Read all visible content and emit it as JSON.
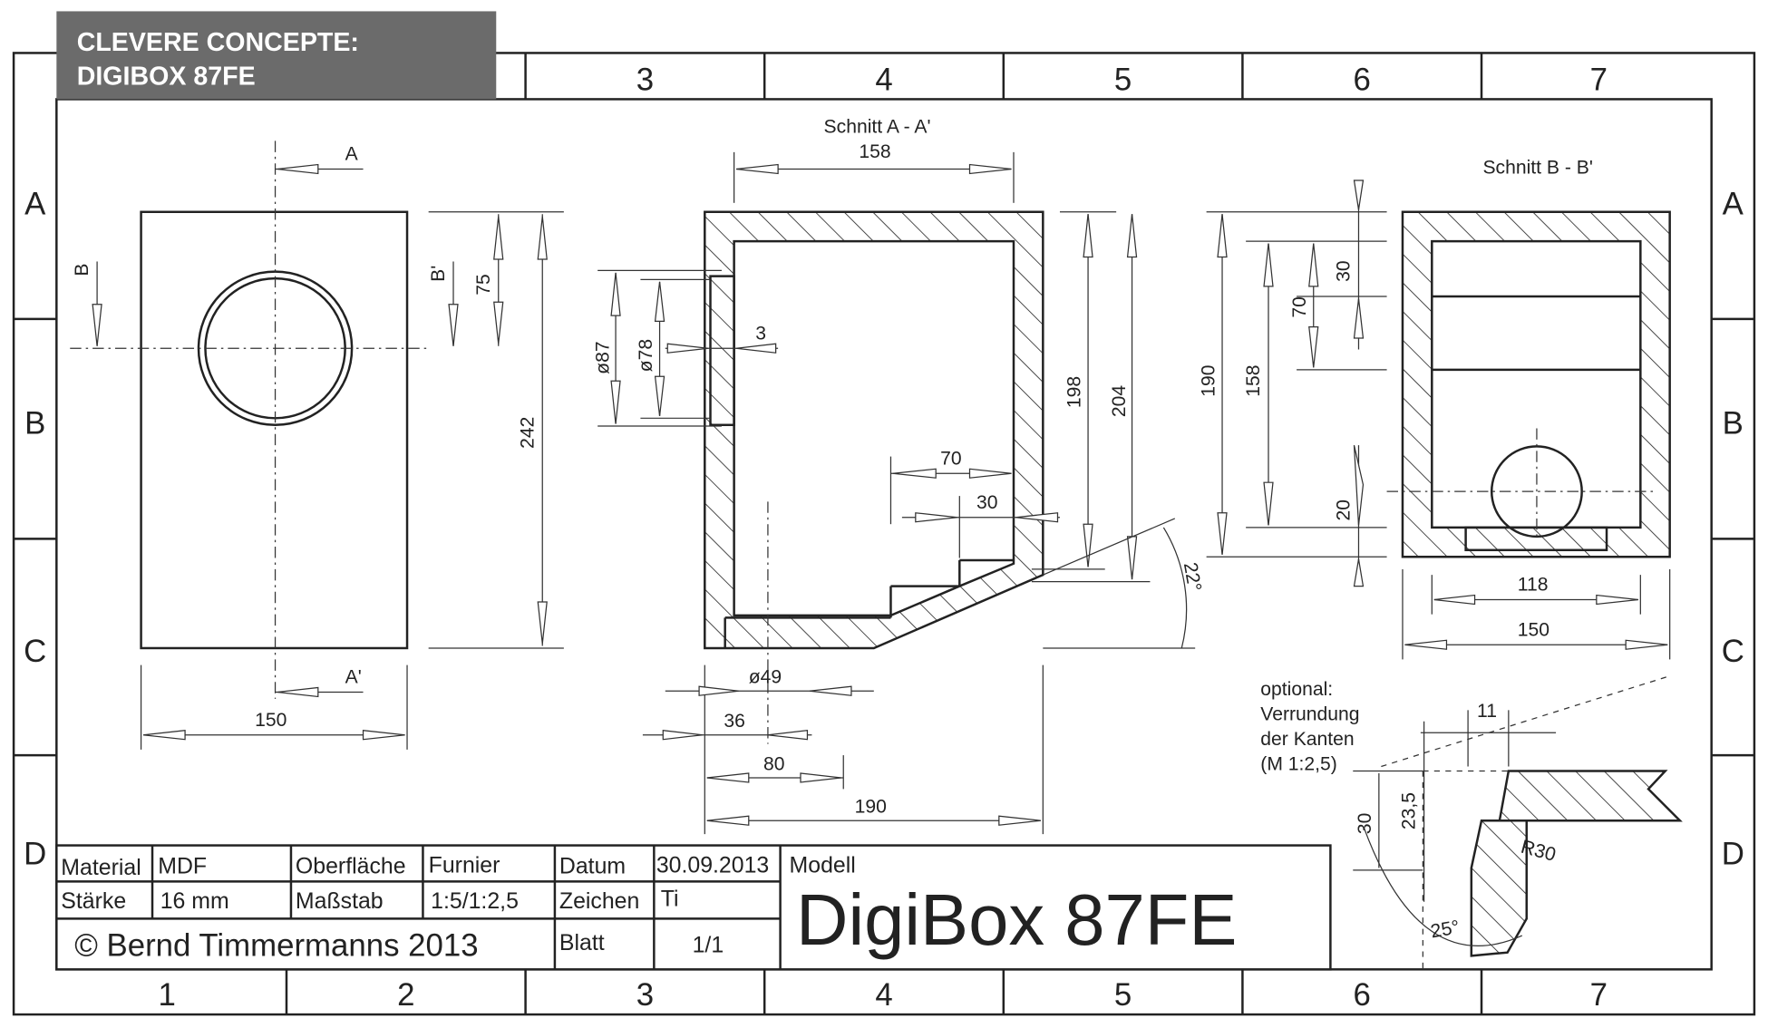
{
  "banner": {
    "line1": "CLEVERE CONCEPTE:",
    "line2": "DIGIBOX 87FE",
    "color": "#6b6b6b"
  },
  "grid": {
    "top_columns": [
      "3",
      "4",
      "5",
      "6",
      "7"
    ],
    "bottom_columns": [
      "1",
      "2",
      "3",
      "4",
      "5",
      "6",
      "7"
    ],
    "rows": [
      "A",
      "B",
      "C",
      "D"
    ]
  },
  "front_view": {
    "cut_a": "A",
    "cut_a2": "A'",
    "cut_b": "B",
    "cut_b2": "B'",
    "dims": {
      "height": "242",
      "width": "150",
      "driver_offset": "75"
    }
  },
  "section_a": {
    "title": "Schnitt A - A'",
    "dims": {
      "top_width": "158",
      "d87": "ø87",
      "d78": "ø78",
      "recess": "3",
      "h198": "198",
      "h204": "204",
      "w70": "70",
      "w30": "30",
      "angle": "22°",
      "port": "ø49",
      "w36": "36",
      "w80": "80",
      "w190": "190"
    }
  },
  "section_b": {
    "title": "Schnitt B - B'",
    "dims": {
      "h190": "190",
      "h158": "158",
      "h70": "70",
      "h30": "30",
      "h20": "20",
      "w118": "118",
      "w150": "150"
    }
  },
  "detail": {
    "note": [
      "optional:",
      "Verrundung",
      "der Kanten",
      "(M 1:2,5)"
    ],
    "dims": {
      "w11": "11",
      "h30": "30",
      "h23": "23,5",
      "radius": "R30",
      "angle": "25°"
    }
  },
  "title_block": {
    "material_label": "Material",
    "material": "MDF",
    "surface_label": "Oberfläche",
    "surface": "Furnier",
    "date_label": "Datum",
    "date": "30.09.2013",
    "model_label": "Modell",
    "model": "DigiBox 87FE",
    "thickness_label": "Stärke",
    "thickness": "16 mm",
    "scale_label": "Maßstab",
    "scale": "1:5/1:2,5",
    "drawn_label": "Zeichen",
    "drawn": "Ti",
    "copyright": "© Bernd Timmermanns 2013",
    "sheet_label": "Blatt",
    "sheet": "1/1"
  }
}
